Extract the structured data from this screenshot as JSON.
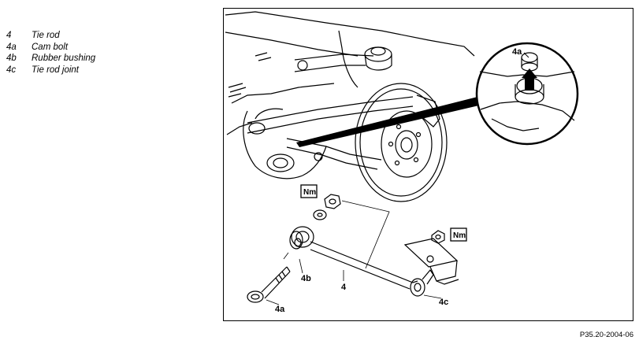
{
  "legend": [
    {
      "key": "4",
      "text": "Tie rod"
    },
    {
      "key": "4a",
      "text": "Cam bolt"
    },
    {
      "key": "4b",
      "text": "Rubber bushing"
    },
    {
      "key": "4c",
      "text": "Tie rod joint"
    }
  ],
  "callouts": {
    "tie_rod": "4",
    "cam_bolt": "4a",
    "bushing": "4b",
    "joint": "4c",
    "detail": "4a"
  },
  "torque_symbol": "Nm",
  "figure_ref": "P35.20-2004-06"
}
